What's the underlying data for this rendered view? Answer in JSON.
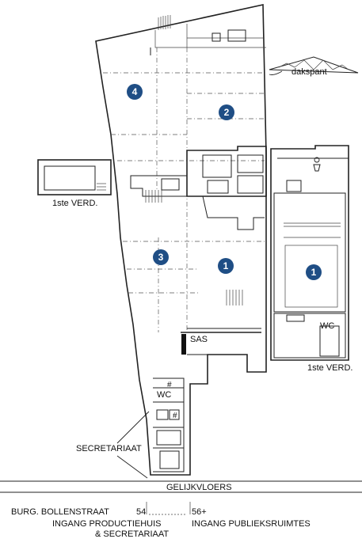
{
  "labels": {
    "dakspant": "dakspant",
    "first_floor_left": "1ste VERD.",
    "first_floor_right": "1ste VERD.",
    "sas": "SAS",
    "wc_main": "WC",
    "wc_right": "WC",
    "secretariaat": "SECRETARIAAT",
    "ground_floor": "GELIJKVLOERS",
    "street": "BURG. BOLLENSTRAAT",
    "entrance_production_line1": "INGANG PRODUCTIEHUIS",
    "entrance_production_line2": "& SECRETARIAAT",
    "entrance_public": "INGANG PUBLIEKSRUIMTES",
    "number_54": "54",
    "number_56": "56+"
  },
  "badges": {
    "room_4": "4",
    "room_2": "2",
    "room_3": "3",
    "room_1_main": "1",
    "room_1_first_floor": "1"
  },
  "colors": {
    "badge": "#1f4e85",
    "line": "#222222"
  }
}
